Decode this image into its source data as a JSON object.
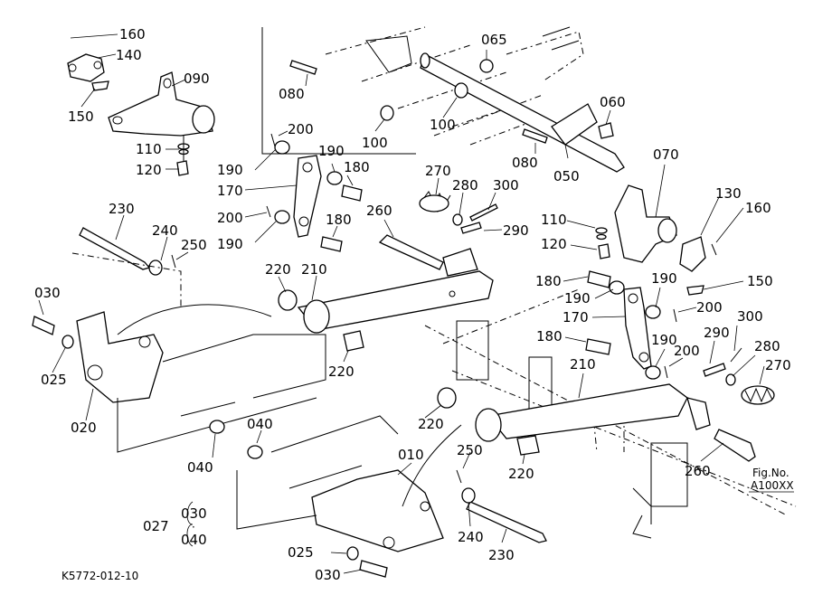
{
  "figure_id": "K5772-012-10",
  "fig_note": {
    "line1": "Fig.No.",
    "line2": "A100XX"
  },
  "group": {
    "id": "027",
    "members": [
      "030",
      "040"
    ]
  },
  "callouts": {
    "c160a": "160",
    "c140": "140",
    "c150a": "150",
    "c090": "090",
    "c110a": "110",
    "c120a": "120",
    "c080a": "080",
    "c100a": "100",
    "c100b": "100",
    "c065": "065",
    "c060": "060",
    "c080b": "080",
    "c050": "050",
    "c200a": "200",
    "c190a": "190",
    "c190b": "190",
    "c180a": "180",
    "c170a": "170",
    "c200b": "200",
    "c190c": "190",
    "c180b": "180",
    "c270a": "270",
    "c280a": "280",
    "c300a": "300",
    "c290a": "290",
    "c260a": "260",
    "c230a": "230",
    "c240a": "240",
    "c250a": "250",
    "c030a": "030",
    "c025a": "025",
    "c020": "020",
    "c220a": "220",
    "c210a": "210",
    "c220b": "220",
    "c040a": "040",
    "c040b": "040",
    "c010": "010",
    "c220c": "220",
    "c220d": "220",
    "c250b": "250",
    "c240b": "240",
    "c230b": "230",
    "c025b": "025",
    "c030b": "030",
    "c070": "070",
    "c110b": "110",
    "c120b": "120",
    "c130": "130",
    "c160b": "160",
    "c150b": "150",
    "c180c": "180",
    "c190d": "190",
    "c170b": "170",
    "c200c": "200",
    "c180d": "180",
    "c190e": "190",
    "c200d": "200",
    "c210b": "210",
    "c290b": "290",
    "c300b": "300",
    "c280b": "280",
    "c270b": "270",
    "c260b": "260"
  }
}
